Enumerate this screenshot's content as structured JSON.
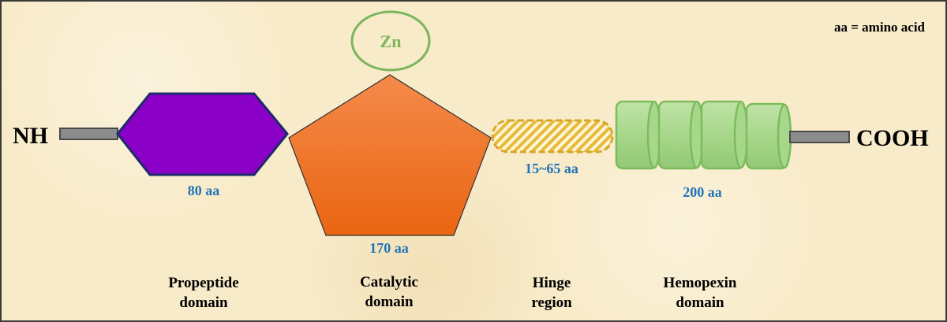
{
  "legend": "aa = amino acid",
  "terminals": {
    "n": "NH",
    "c": "COOH"
  },
  "cofactor": "Zn",
  "domains": {
    "propeptide": {
      "line1": "Propeptide",
      "line2": "domain",
      "length": "80 aa"
    },
    "catalytic": {
      "line1": "Catalytic",
      "line2": "domain",
      "length": "170 aa"
    },
    "hinge": {
      "line1": "Hinge",
      "line2": "region",
      "length": "15~65 aa"
    },
    "hemopexin": {
      "line1": "Hemopexin",
      "line2": "domain",
      "length": "200 aa"
    }
  },
  "colors": {
    "propeptide_fill": "#8b00c7",
    "propeptide_stroke": "#1d2a6b",
    "catalytic_top": "#f48a4a",
    "catalytic_bottom": "#ec6a14",
    "hinge_stroke": "#d4a72c",
    "hemopexin_fill": "#a9d88c",
    "hemopexin_stroke": "#7cbc5c",
    "zn_stroke": "#7ab55c",
    "length_label": "#1f73b7",
    "connector": "#8c8c8c"
  }
}
